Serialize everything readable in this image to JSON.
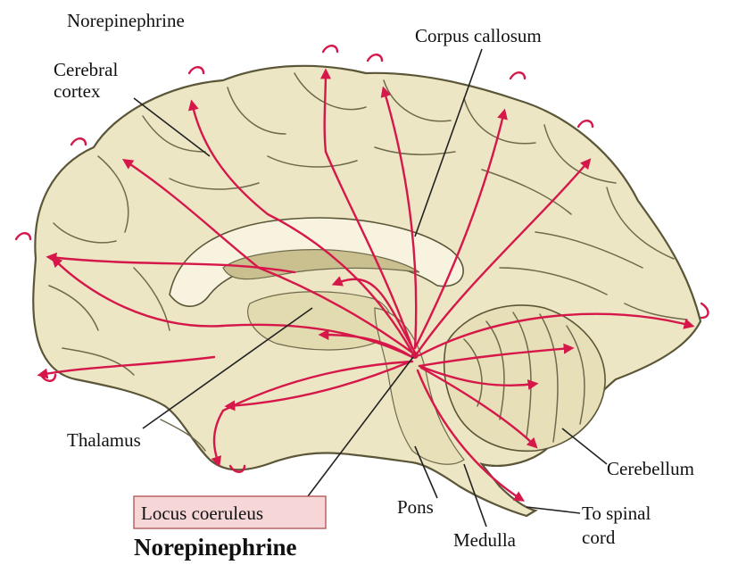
{
  "labels": {
    "top_title": "Norepinephrine",
    "cerebral_cortex_line1": "Cerebral",
    "cerebral_cortex_line2": "cortex",
    "corpus_callosum": "Corpus callosum",
    "thalamus": "Thalamus",
    "locus_coeruleus": "Locus coeruleus",
    "bottom_title": "Norepinephrine",
    "pons": "Pons",
    "medulla": "Medulla",
    "cerebellum": "Cerebellum",
    "to_spinal_line1": "To spinal",
    "to_spinal_line2": "cord"
  },
  "colors": {
    "brain_fill": "#ece6c4",
    "brain_outline": "#5b5638",
    "pathway": "#d6174a",
    "ventricle": "#c9bf8f",
    "callosum": "#f7f3de",
    "highlight_box": "#f6d6d6"
  }
}
